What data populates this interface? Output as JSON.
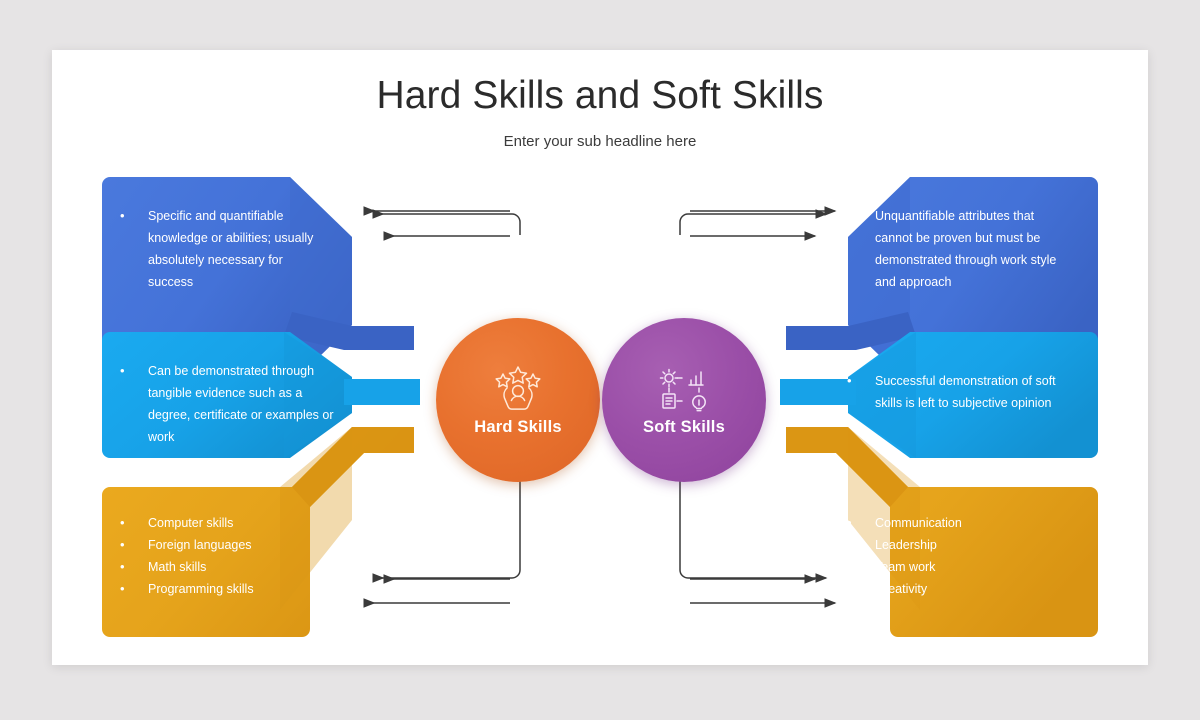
{
  "slide": {
    "title": "Hard Skills and Soft Skills",
    "subtitle": "Enter your sub headline here",
    "background_color": "#e6e4e5",
    "canvas_color": "#ffffff"
  },
  "colors": {
    "blue": "#4472d8",
    "blue_dark": "#3a63c4",
    "cyan": "#17a2e8",
    "cyan_dark": "#1391d2",
    "orange": "#e5a31b",
    "orange_dark": "#d99413",
    "hub_hard": "#e8712e",
    "hub_soft": "#9b4fa8",
    "arrow": "#3a3a3a",
    "text_on_block": "#ffffff"
  },
  "hubs": [
    {
      "id": "hard-skills",
      "label": "Hard Skills",
      "color": "#e8712e",
      "icon": "hands-holding-person-with-stars-icon"
    },
    {
      "id": "soft-skills",
      "label": "Soft Skills",
      "color": "#9b4fa8",
      "icon": "gear-chart-document-bulb-grid-icon"
    }
  ],
  "left_blocks": [
    {
      "color": "#4472d8",
      "bullet": "•",
      "type": "paragraph",
      "text": "Specific and quantifiable knowledge or abilities; usually absolutely necessary for success"
    },
    {
      "color": "#17a2e8",
      "bullet": "•",
      "type": "paragraph",
      "text": "Can be demonstrated through tangible evidence such as a degree, certificate or examples or work"
    },
    {
      "color": "#e5a31b",
      "bullet": "•",
      "type": "list",
      "items": [
        "Computer skills",
        "Foreign languages",
        "Math skills",
        "Programming skills"
      ]
    }
  ],
  "right_blocks": [
    {
      "color": "#4472d8",
      "bullet": "•",
      "type": "paragraph",
      "text": "Unquantifiable attributes that cannot be proven but must be demonstrated through work style and approach"
    },
    {
      "color": "#17a2e8",
      "bullet": "•",
      "type": "paragraph",
      "text": "Successful demonstration of soft skills is left to subjective opinion"
    },
    {
      "color": "#e5a31b",
      "bullet": "•",
      "type": "list",
      "items": [
        "Communication",
        "Leadership",
        "Team work",
        "Creativity"
      ]
    }
  ]
}
